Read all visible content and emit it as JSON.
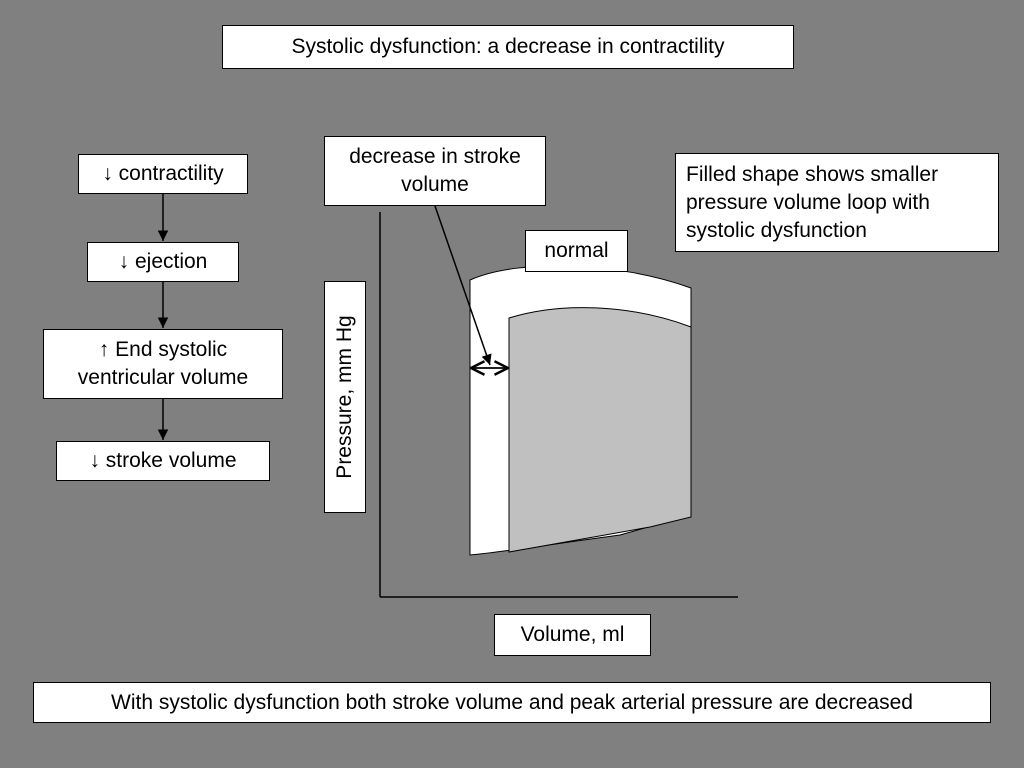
{
  "title": "Systolic dysfunction: a decrease in contractility",
  "flow": [
    {
      "lines": [
        "↓ contractility"
      ]
    },
    {
      "lines": [
        "↓ ejection"
      ]
    },
    {
      "lines": [
        "↑ End systolic",
        "ventricular volume"
      ]
    },
    {
      "lines": [
        "↓ stroke volume"
      ]
    }
  ],
  "plot": {
    "stroke_volume_label": [
      "decrease in stroke",
      "volume"
    ],
    "normal_label": "normal",
    "y_axis_label": "Pressure, mm Hg",
    "x_axis_label": "Volume, ml",
    "colors": {
      "background": "#808080",
      "normal_loop": "#ffffff",
      "dysfunction_loop": "#c0c0c0"
    }
  },
  "note": [
    "Filled shape shows smaller",
    "pressure volume loop with",
    "systolic dysfunction"
  ],
  "bottom_note": "With systolic dysfunction both stroke volume and peak arterial pressure are decreased"
}
